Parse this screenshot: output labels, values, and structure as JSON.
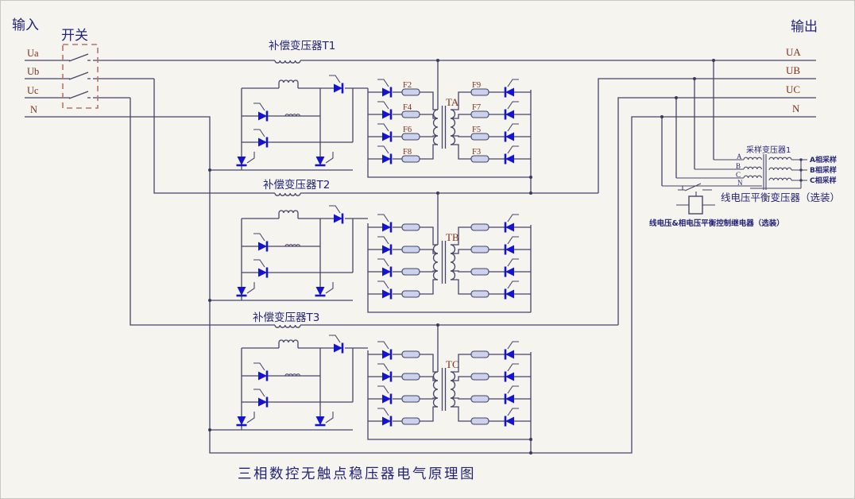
{
  "title": "三相数控无触点稳压器电气原理图",
  "input": {
    "heading": "输入",
    "switch_label": "开关",
    "phases": [
      "Ua",
      "Ub",
      "Uc",
      "N"
    ]
  },
  "output": {
    "heading": "输出",
    "phases": [
      "UA",
      "UB",
      "UC",
      "N"
    ]
  },
  "compensation": {
    "t1": "补偿变压器T1",
    "t2": "补偿变压器T2",
    "t3": "补偿变压器T3"
  },
  "regulators": {
    "ta": "TA",
    "tb": "TB",
    "tc": "TC"
  },
  "fuses": {
    "left": [
      "F2",
      "F4",
      "F6",
      "F8"
    ],
    "right": [
      "F9",
      "F7",
      "F5",
      "F3"
    ]
  },
  "sampling": {
    "title": "采样变压器1",
    "primary": [
      "A",
      "B",
      "C",
      "N"
    ],
    "secondary": [
      "A相采样",
      "B相采样",
      "C相采样"
    ]
  },
  "optional": {
    "balance_transformer": "线电压平衡变压器（选装）",
    "balance_relay": "线电压&相电压平衡控制继电器（选装）"
  },
  "colors": {
    "background": "#f6f4ee",
    "wire": "#45456b",
    "label_navy": "#23237a",
    "label_maroon": "#7c2f1e",
    "thyristor_blue": "#1414cf",
    "fuse_fill": "#ccd2ec",
    "switch_dash": "#b5756b"
  }
}
